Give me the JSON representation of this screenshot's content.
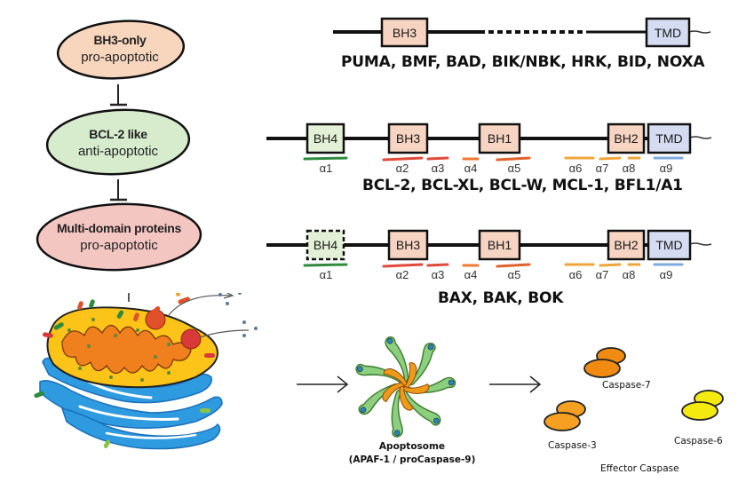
{
  "pathway": {
    "bubbles": [
      {
        "title": "BH3-only",
        "subtitle": "pro-apoptotic",
        "color": "#f8d6bd"
      },
      {
        "title": "BCL-2 like",
        "subtitle": "anti-apoptotic",
        "color": "#d6eccd"
      },
      {
        "title": "Multi-domain proteins",
        "subtitle": "pro-apoptotic",
        "color": "#f4c6c2"
      }
    ],
    "relation": "inhibits"
  },
  "protein_rows": [
    {
      "domains": [
        "BH3",
        "TMD"
      ],
      "members": "PUMA, BMF, BAD, BIK/NBK, HRK, BID, NOXA"
    },
    {
      "domains": [
        "BH4",
        "BH3",
        "BH1",
        "BH2",
        "TMD"
      ],
      "helices": [
        "α1",
        "α2",
        "α3",
        "α4",
        "α5",
        "α6",
        "α7",
        "α8",
        "α9"
      ],
      "members": "BCL-2, BCL-XL, BCL-W, MCL-1, BFL1/A1"
    },
    {
      "domains": [
        "BH4",
        "BH3",
        "BH1",
        "BH2",
        "TMD"
      ],
      "helices": [
        "α1",
        "α2",
        "α3",
        "α4",
        "α5",
        "α6",
        "α7",
        "α8",
        "α9"
      ],
      "members": "BAX, BAK, BOK"
    }
  ],
  "domain_colors": {
    "BH4": "#e3f0d6",
    "BH3": "#f7d4c2",
    "BH1": "#f7d4c2",
    "BH2": "#f7d4c2",
    "TMD": "#d5dcf2"
  },
  "helix_colors": {
    "α1": "#2e8b3e",
    "α2": "#e04a3a",
    "α3": "#e04a3a",
    "α4": "#ee7a30",
    "α5": "#e0622e",
    "α6": "#f0a53a",
    "α7": "#f0a53a",
    "α8": "#f0a53a",
    "α9": "#7fa8dc"
  },
  "bottom": {
    "apoptosome_title": "Apoptosome",
    "apoptosome_subtitle": "(APAF-1 / proCaspase-9)",
    "caspases": [
      {
        "name": "Caspase-7",
        "color": "#f08a10"
      },
      {
        "name": "Caspase-3",
        "color": "#f5a020"
      },
      {
        "name": "Caspase-6",
        "color": "#f5ea10"
      }
    ],
    "effector_label": "Effector Caspase"
  }
}
